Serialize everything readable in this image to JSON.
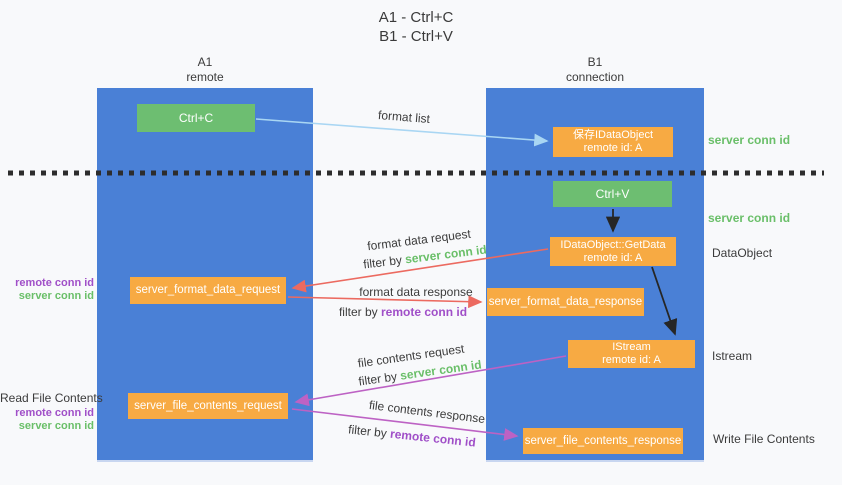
{
  "title": {
    "line1": "A1 - Ctrl+C",
    "line2": "B1 - Ctrl+V"
  },
  "columns": {
    "a1": {
      "name": "A1",
      "subtitle": "remote"
    },
    "b1": {
      "name": "B1",
      "subtitle": "connection"
    }
  },
  "nodes": {
    "ctrl_c": "Ctrl+C",
    "ctrl_v": "Ctrl+V",
    "save_dataobject": {
      "line1": "保存IDataObject",
      "line2": "remote id: A"
    },
    "getdata": {
      "line1": "IDataObject::GetData",
      "line2": "remote id: A"
    },
    "istream": {
      "line1": "IStream",
      "line2": "remote id: A"
    },
    "server_format_data_request": "server_format_data_request",
    "server_format_data_response": "server_format_data_response",
    "server_file_contents_request": "server_file_contents_request",
    "server_file_contents_response": "server_file_contents_response"
  },
  "arrow_labels": {
    "format_list": "format list",
    "format_data_request": "format data request",
    "format_data_response": "format data response",
    "file_contents_request": "file contents request",
    "file_contents_response": "file contents response",
    "filter_by": "filter by",
    "server_conn_id": "server conn id",
    "remote_conn_id": "remote conn id"
  },
  "side_labels": {
    "left": {
      "remote_conn_id": "remote conn id",
      "server_conn_id": "server conn id",
      "read_file_contents": "Read File Contents",
      "remote_conn_id2": "remote conn id",
      "server_conn_id2": "server conn id"
    },
    "right": {
      "server_conn_id_top": "server conn id",
      "server_conn_id_mid": "server conn id",
      "dataobject": "DataObject",
      "istream": "Istream",
      "write_file_contents": "Write File Contents"
    }
  },
  "colors": {
    "column_blue": "#4a80d6",
    "node_green": "#6dbe71",
    "node_orange": "#f7aa43",
    "arrow_light_blue": "#a9d6f3",
    "arrow_black": "#262626",
    "arrow_red": "#ec6a60",
    "arrow_magenta": "#bd62c4",
    "label_green": "#6abf69",
    "label_purple": "#a04fc8",
    "text_dark": "#3b3b3b"
  }
}
